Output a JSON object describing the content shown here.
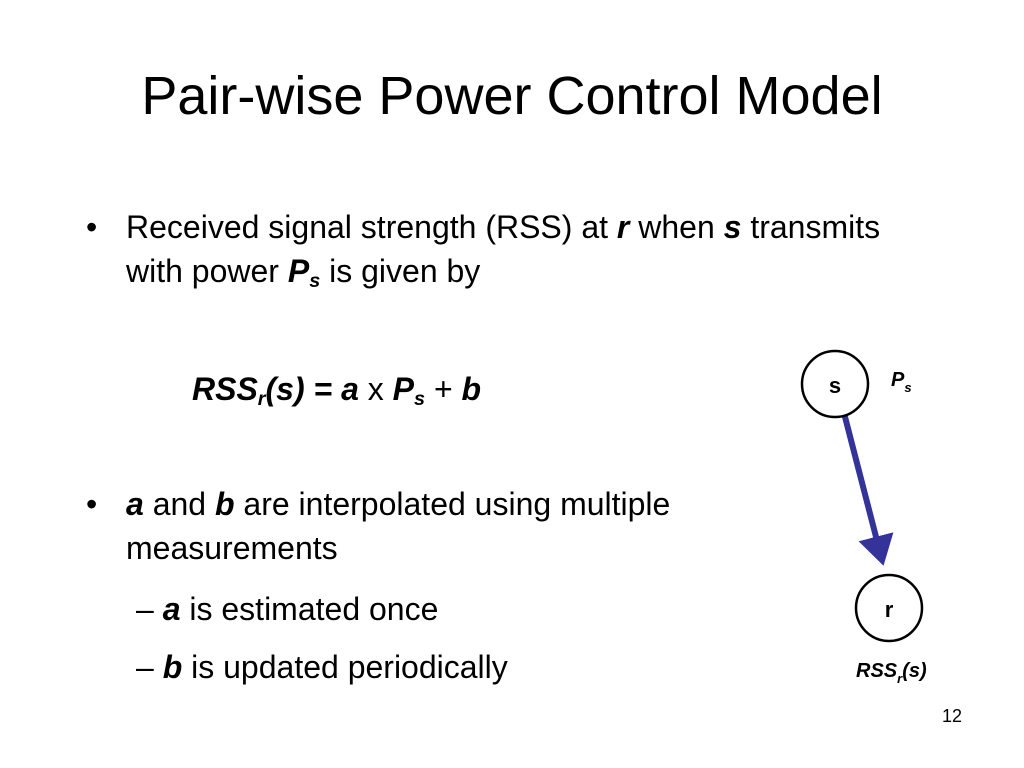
{
  "slide": {
    "title": "Pair-wise Power Control Model",
    "page_number": "12"
  },
  "bullets": {
    "b1": {
      "marker": "•",
      "text1": "Received signal strength (RSS) at ",
      "r": "r",
      "text2": " when ",
      "s": "s",
      "text3": " transmits with power ",
      "P": "P",
      "P_sub": "s",
      "text4": " is given by"
    },
    "equation": {
      "lhs": "RSS",
      "lhs_sub": "r",
      "lhs_arg": "(s) = ",
      "a": "a",
      "times": " x ",
      "P": "P",
      "P_sub": "s",
      "plus": " + ",
      "b": "b"
    },
    "b2": {
      "marker": "•",
      "a": "a",
      "text1": " and ",
      "b": "b",
      "text2": " are interpolated using multiple measurements"
    },
    "sub1": {
      "dash": "– ",
      "a": "a",
      "text": " is estimated once"
    },
    "sub2": {
      "dash": "– ",
      "b": "b",
      "text": " is updated periodically"
    }
  },
  "diagram": {
    "node_s": "s",
    "node_r": "r",
    "power_label": "P",
    "power_label_sub": "s",
    "rss_label": "RSS",
    "rss_label_sub": "r",
    "rss_label_arg": "(s)",
    "arrow_color": "#333399",
    "node_stroke": "#000000"
  }
}
